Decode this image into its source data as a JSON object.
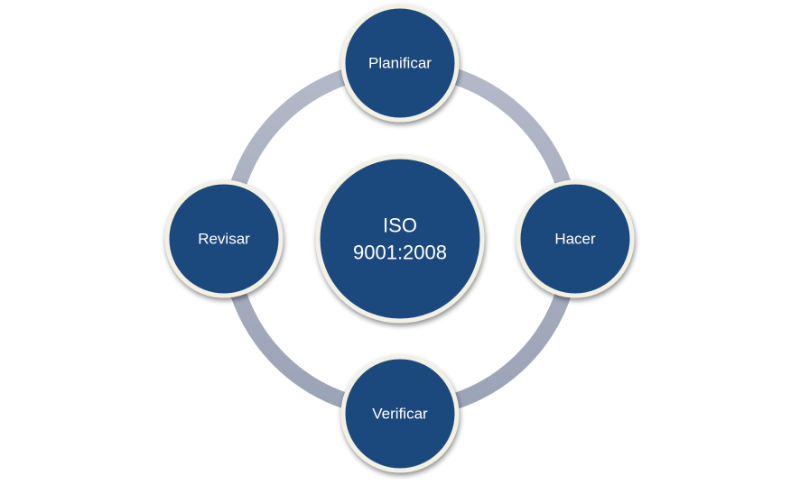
{
  "diagram": {
    "center": {
      "line1": "ISO",
      "line2": "9001:2008"
    },
    "nodes": {
      "top": "Planificar",
      "right": "Hacer",
      "bottom": "Verificar",
      "left": "Revisar"
    },
    "colors": {
      "node_fill": "#1f497d",
      "node_border": "#f3f1e6",
      "ring": "#a6adbe",
      "text": "#ffffff"
    }
  }
}
